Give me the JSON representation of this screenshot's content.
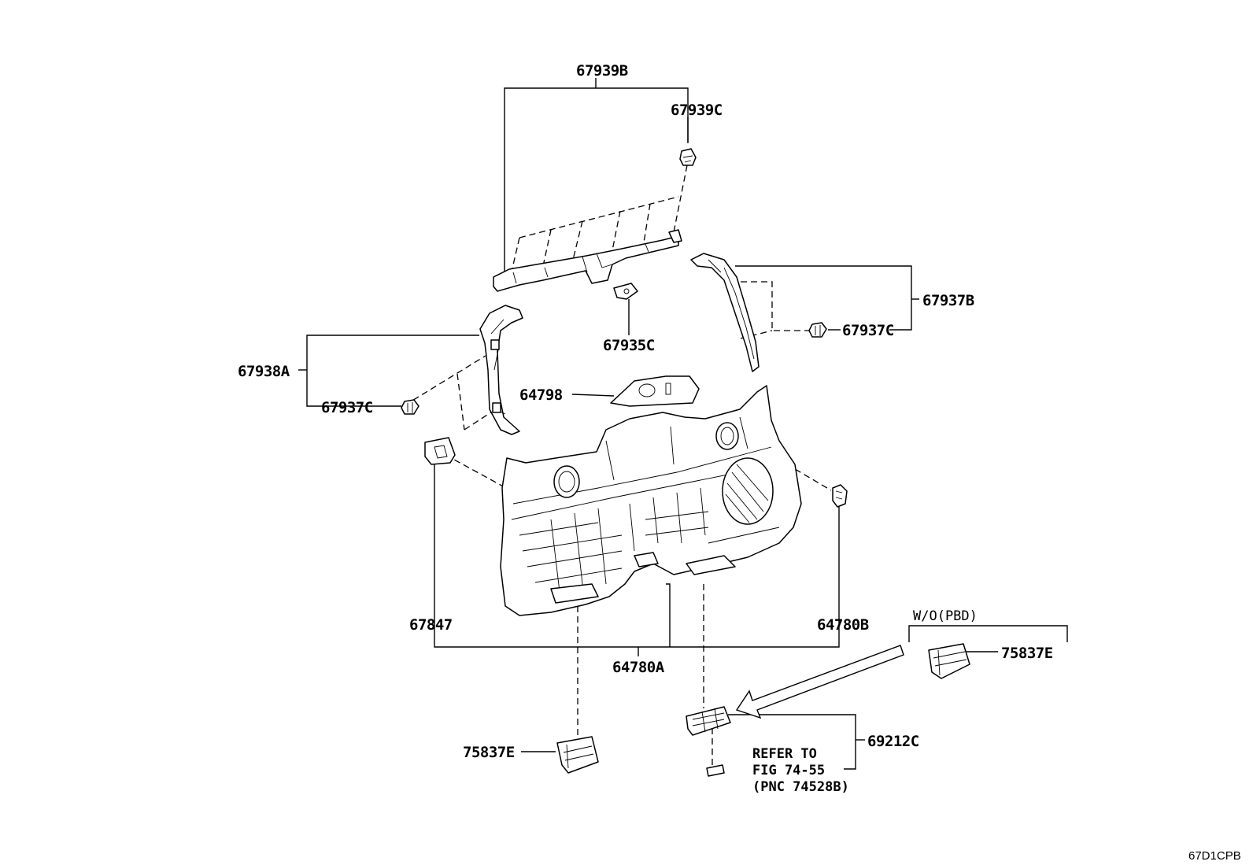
{
  "parts": {
    "p67939B": "67939B",
    "p67939C": "67939C",
    "p67937B": "67937B",
    "p67937C_right": "67937C",
    "p67935C": "67935C",
    "p67938A": "67938A",
    "p67937C_left": "67937C",
    "p64798": "64798",
    "p67847": "67847",
    "p64780B": "64780B",
    "p64780A": "64780A",
    "p75837E_bottom": "75837E",
    "p75837E_right": "75837E",
    "p69212C": "69212C"
  },
  "notes": {
    "wo_pbd": "W/O(PBD)",
    "refer_line1": "REFER TO",
    "refer_line2": "FIG 74-55",
    "refer_line3": "(PNC 74528B)"
  },
  "figure_code": "67D1CPB"
}
